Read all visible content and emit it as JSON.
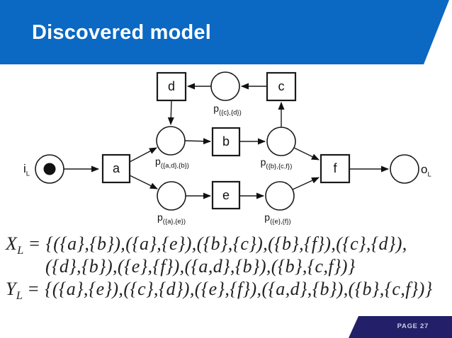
{
  "colors": {
    "accent": "#0b68c3",
    "footer": "#232069",
    "ink": "#1a1a1a"
  },
  "header": {
    "title": "Discovered model"
  },
  "footer": {
    "page_label": "PAGE 27"
  },
  "diagram": {
    "places": [
      {
        "name": "i",
        "sub": "L",
        "has_token": true
      },
      {
        "name": "p",
        "sub": "({c},{d})"
      },
      {
        "name": "p",
        "sub": "({a,d},{b})"
      },
      {
        "name": "p",
        "sub": "({b},{c,f})"
      },
      {
        "name": "p",
        "sub": "({a},{e})"
      },
      {
        "name": "p",
        "sub": "({e},{f})"
      },
      {
        "name": "o",
        "sub": "L"
      }
    ],
    "transitions": [
      "a",
      "b",
      "c",
      "d",
      "e",
      "f"
    ]
  },
  "formulas": {
    "x": {
      "var": "X",
      "sub": "L",
      "line1": "= {({a},{b}),({a},{e}),({b},{c}),({b},{f}),({c},{d}),",
      "line2": "({d},{b}),({e},{f}),({a,d},{b}),({b},{c,f})}"
    },
    "y": {
      "var": "Y",
      "sub": "L",
      "line": "= {({a},{e}),({c},{d}),({e},{f}),({a,d},{b}),({b},{c,f})}"
    }
  }
}
